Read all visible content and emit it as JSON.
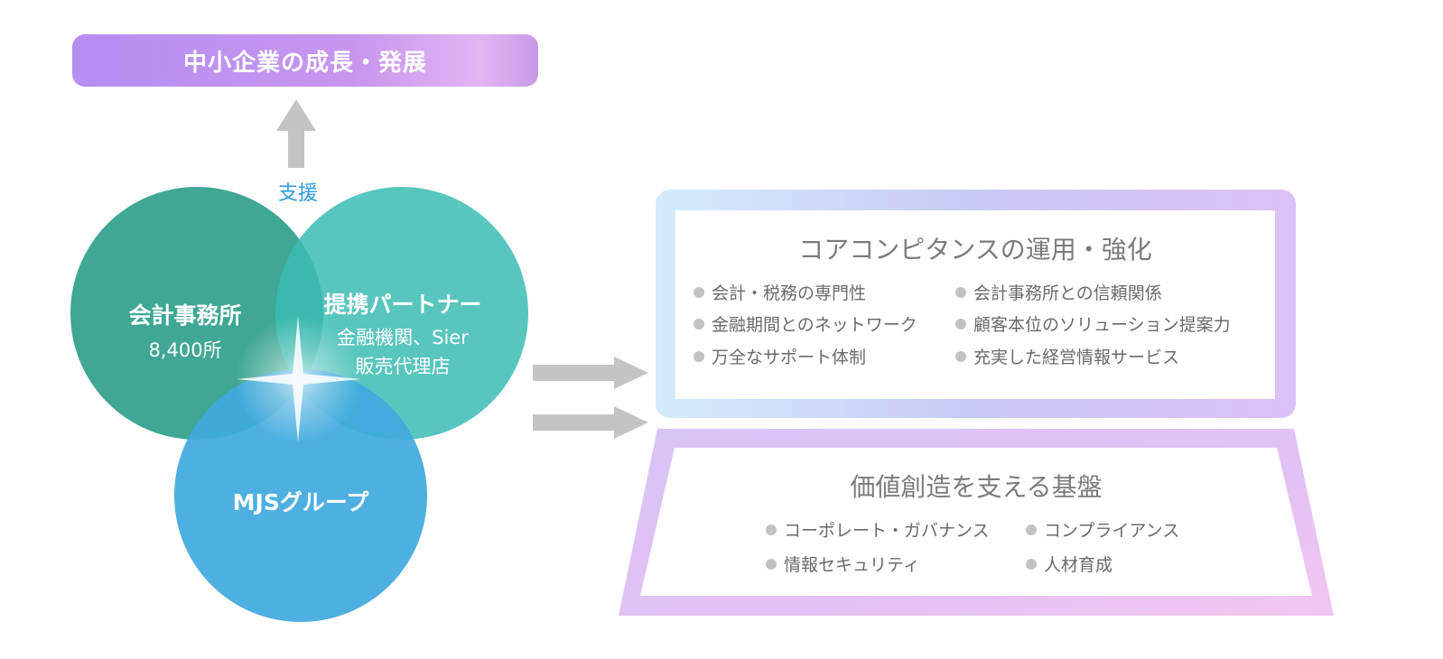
{
  "goal": {
    "label": "中小企業の成長・発展"
  },
  "support_label": "支援",
  "circles": {
    "accounting": {
      "title": "会計事務所",
      "sub": "8,400所"
    },
    "partners": {
      "title": "提携パートナー",
      "sub1": "金融機関、Sier",
      "sub2": "販売代理店"
    },
    "mjs": {
      "title": "MJSグループ"
    }
  },
  "core": {
    "title": "コアコンピタンスの運用・強化",
    "left_items": [
      "会計・税務の専門性",
      "金融期間とのネットワーク",
      "万全なサポート体制"
    ],
    "right_items": [
      "会計事務所との信頼関係",
      "顧客本位のソリューション提案力",
      "充実した経営情報サービス"
    ]
  },
  "base": {
    "title": "価値創造を支える基盤",
    "left_items": [
      "コーポレート・ガバナンス",
      "情報セキュリティ"
    ],
    "right_items": [
      "コンプライアンス",
      "人材育成"
    ]
  },
  "colors": {
    "accounting_circle": "#2f9f8a",
    "partners_circle": "#3bbcb4",
    "mjs_circle": "#3fa9dd",
    "arrow": "#c4c4c4",
    "support_text": "#2a9de0"
  }
}
